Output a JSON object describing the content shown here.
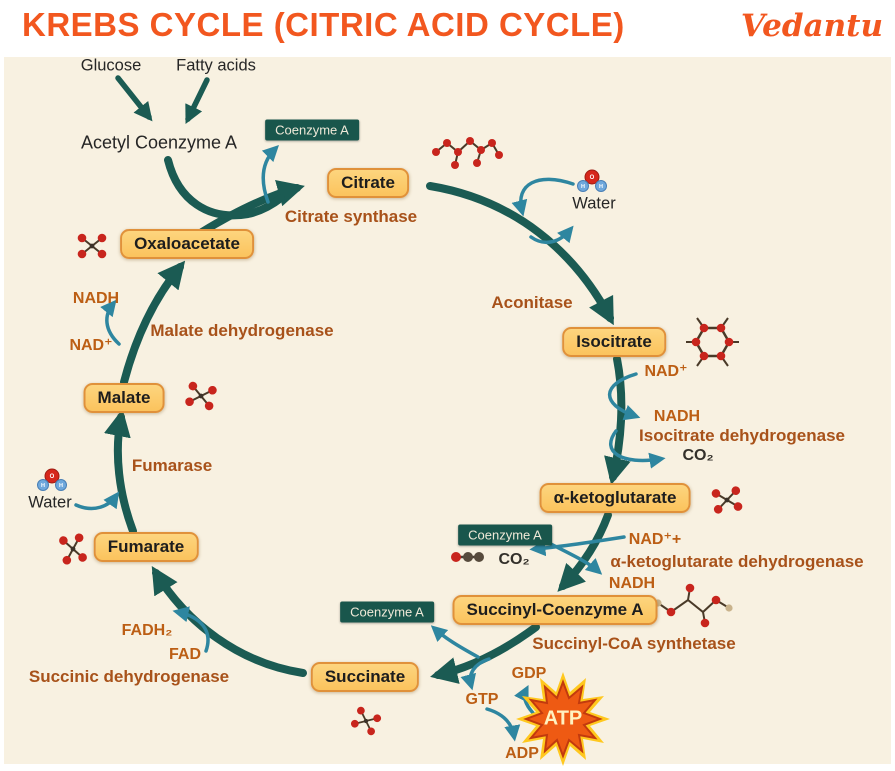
{
  "header": {
    "title": "KREBS CYCLE (CITRIC ACID CYCLE)",
    "brand": "Vedantu"
  },
  "colors": {
    "accent": "#F2571F",
    "box_fill": "#FBC35D",
    "box_border": "#E0913A",
    "cycle_teal": "#1B5B53",
    "arrow_blue": "#2E86A0",
    "enzyme_brown": "#A8521A",
    "cofactor_orange": "#BC5E14",
    "background_cream": "#F8F1E1",
    "tag_teal": "#19564C",
    "atp_star_outer": "#FFC81E",
    "atp_star_inner": "#EE5A13"
  },
  "inputs": {
    "glucose": "Glucose",
    "fatty_acids": "Fatty acids",
    "acetyl_coa": "Acetyl Coenzyme A"
  },
  "metabolites": {
    "citrate": "Citrate",
    "isocitrate": "Isocitrate",
    "alpha_ketoglutarate": "α-ketoglutarate",
    "succinyl_coa": "Succinyl-Coenzyme A",
    "succinate": "Succinate",
    "fumarate": "Fumarate",
    "malate": "Malate",
    "oxaloacetate": "Oxaloacetate"
  },
  "enzymes": {
    "citrate_synthase": "Citrate synthase",
    "aconitase": "Aconitase",
    "isocitrate_dehydrogenase": "Isocitrate dehydrogenase",
    "alpha_ketoglutarate_dehydrogenase": "α-ketoglutarate dehydrogenase",
    "succinyl_coa_synthetase": "Succinyl-CoA synthetase",
    "succinic_dehydrogenase": "Succinic dehydrogenase",
    "fumarase": "Fumarase",
    "malate_dehydrogenase": "Malate dehydrogenase"
  },
  "cofactors": {
    "nadh_top_left": "NADH",
    "nad_plus_top_left": "NAD⁺",
    "nad_plus_right": "NAD⁺",
    "nadh_right": "NADH",
    "nad_plus_mid": "NAD⁺+",
    "nadh_mid": "NADH",
    "fadh2": "FADH₂",
    "fad": "FAD",
    "gdp": "GDP",
    "gtp": "GTP",
    "adp": "ADP",
    "atp": "ATP"
  },
  "small_molecules": {
    "water_right": "Water",
    "water_left": "Water",
    "co2_right": "CO₂",
    "co2_mid": "CO₂",
    "coenzyme_a_tag": "Coenzyme A"
  }
}
